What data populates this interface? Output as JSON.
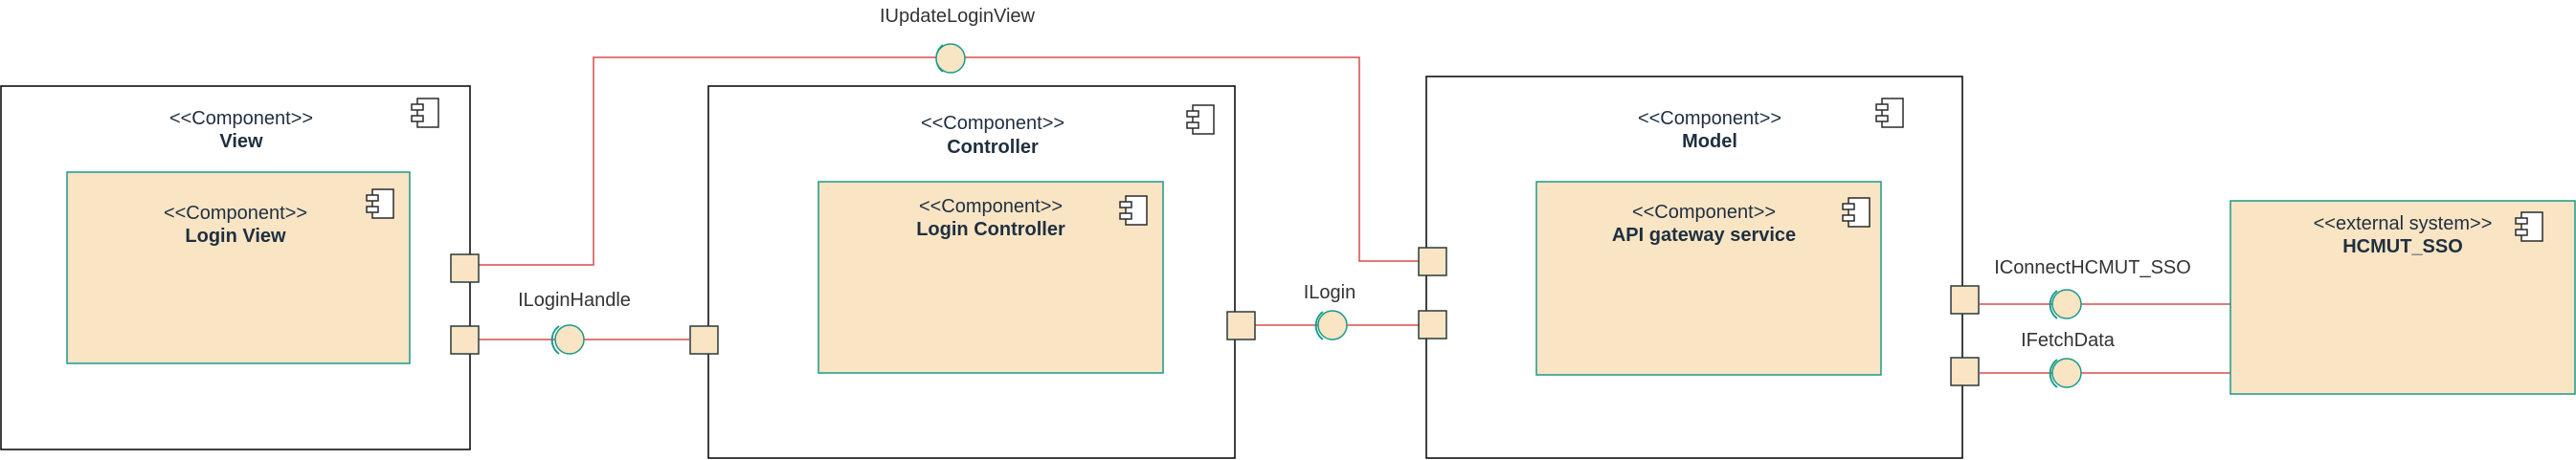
{
  "colors": {
    "outer_border": "#000000",
    "inner_fill": "#f9e4c4",
    "inner_border": "#1a9a8a",
    "wire": "#d94b4b",
    "port_fill": "#f9e4c4",
    "port_border": "#2a3a3a",
    "lollipop_fill": "#f9e4c4",
    "lollipop_ring": "#1a9a8a"
  },
  "outer_components": {
    "view": {
      "stereotype": "<<Component>>",
      "name": "View"
    },
    "controller": {
      "stereotype": "<<Component>>",
      "name": "Controller"
    },
    "model": {
      "stereotype": "<<Component>>",
      "name": "Model"
    }
  },
  "inner_components": {
    "login_view": {
      "stereotype": "<<Component>>",
      "name": "Login View"
    },
    "login_controller": {
      "stereotype": "<<Component>>",
      "name": "Login Controller"
    },
    "api_gateway": {
      "stereotype": "<<Component>>",
      "name": "API gateway service"
    },
    "hcmut_sso": {
      "stereotype": "<<external system>>",
      "name": "HCMUT_SSO"
    }
  },
  "interfaces": {
    "update_login_view": "IUpdateLoginView",
    "login_handle": "ILoginHandle",
    "login": "ILogin",
    "connect_sso": "IConnectHCMUT_SSO",
    "fetch_data": "IFetchData"
  },
  "icons": [
    "component-icon"
  ]
}
